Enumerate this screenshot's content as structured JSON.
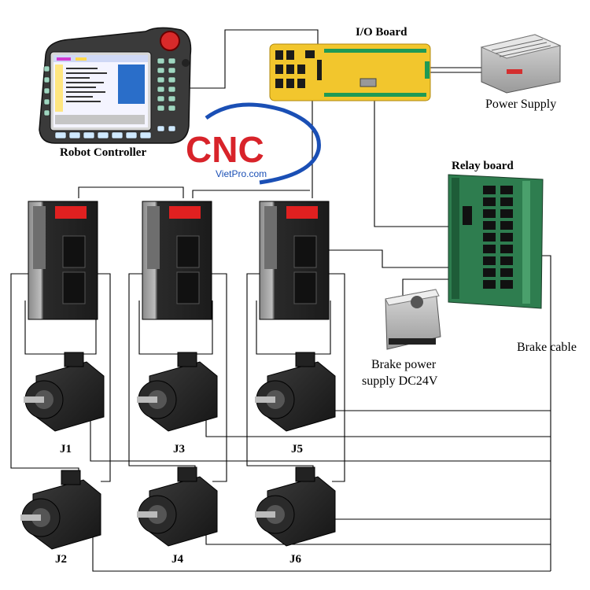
{
  "labels": {
    "robot_controller": "Robot Controller",
    "io_board": "I/O Board",
    "power_supply": "Power Supply",
    "relay_board": "Relay board",
    "brake_power_supply_line1": "Brake power",
    "brake_power_supply_line2": "supply DC24V",
    "brake_cable": "Brake cable"
  },
  "logo": {
    "text": "CNC",
    "subtext": "VietPro.com"
  },
  "joints": [
    "J1",
    "J2",
    "J3",
    "J4",
    "J5",
    "J6"
  ],
  "colors": {
    "io_board": "#f2c62d",
    "logo_red": "#d8232a",
    "logo_blue": "#1a4fb5",
    "driver_body": "#2b2b2b",
    "display_red": "#e02020",
    "relay_pcb": "#2e7d4f",
    "wire": "#000000"
  }
}
